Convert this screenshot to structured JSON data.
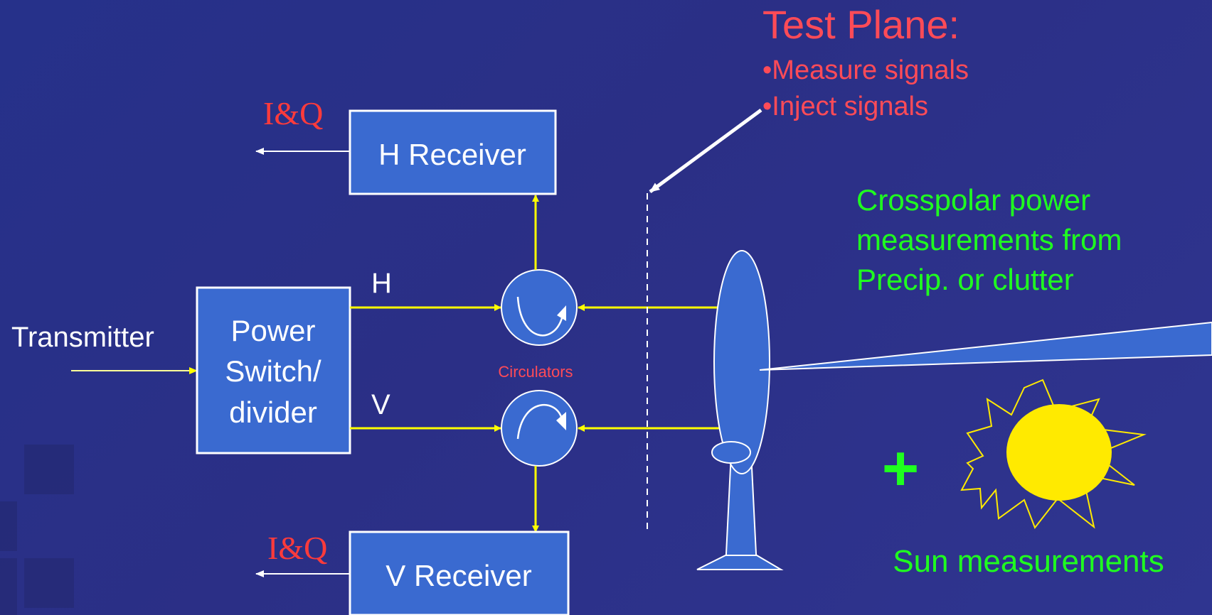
{
  "colors": {
    "background": "#2b2f86",
    "box_fill": "#3a6ad0",
    "signal_line": "#ffff00",
    "annotation_red": "#ff4b57",
    "annotation_green": "#1fff1f",
    "sun": "#ffea00"
  },
  "labels": {
    "transmitter": "Transmitter",
    "power_divider": [
      "Power",
      "Switch/",
      "divider"
    ],
    "h_receiver": "H Receiver",
    "v_receiver": "V Receiver",
    "iq_top": "I&Q",
    "iq_bottom": "I&Q",
    "h_channel": "H",
    "v_channel": "V",
    "circulators": "Circulators"
  },
  "test_plane": {
    "title": "Test Plane:",
    "bullets": [
      "•Measure signals",
      "•Inject signals"
    ]
  },
  "annotations": {
    "crosspolar": [
      "Crosspolar power",
      "measurements from",
      "Precip. or clutter"
    ],
    "plus": "+",
    "sun": "Sun measurements"
  },
  "icons": {
    "circulator_h": "circulator-icon",
    "circulator_v": "circulator-icon",
    "antenna": "dish-antenna-icon",
    "sun": "sun-icon"
  }
}
